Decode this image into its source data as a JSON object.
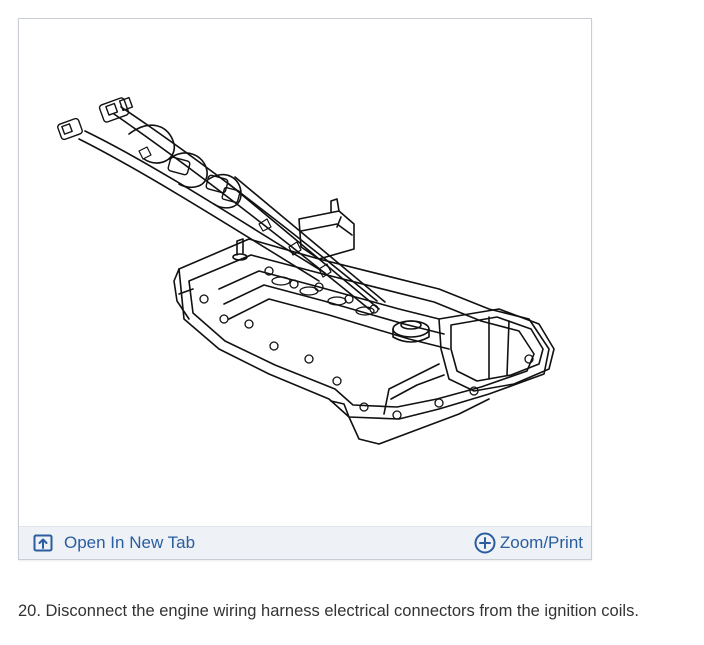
{
  "figure": {
    "image_alt": "engine-valve-cover-with-wiring-harness-drawing",
    "toolbar": {
      "open_tab_label": "Open In New Tab",
      "open_tab_icon": "open-in-new-tab-icon",
      "zoom_label": "Zoom/Print",
      "zoom_icon": "plus-circle-icon"
    }
  },
  "step": {
    "text": "20. Disconnect the engine wiring harness electrical connectors from the ignition coils."
  },
  "colors": {
    "link": "#2a5d9f",
    "toolbar_bg": "#eef1f5",
    "border": "#c9ced6",
    "text": "#333333"
  }
}
